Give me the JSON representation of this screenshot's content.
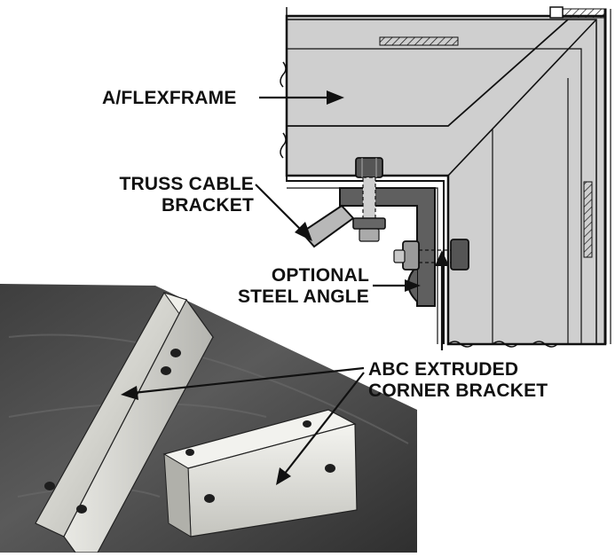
{
  "labels": {
    "flexframe": "A/FLEXFRAME",
    "truss_line1": "TRUSS CABLE",
    "truss_line2": "BRACKET",
    "steel_line1": "OPTIONAL",
    "steel_line2": "STEEL ANGLE",
    "abc_line1": "ABC EXTRUDED",
    "abc_line2": "CORNER BRACKET"
  },
  "colors": {
    "frame_fill": "#cfcfcf",
    "frame_light": "#e2e2e2",
    "steel_fill": "#5f5f5f",
    "photo_background": "#4a4a4a",
    "bracket_metal": "#d6d6d2",
    "ink": "#111111"
  }
}
